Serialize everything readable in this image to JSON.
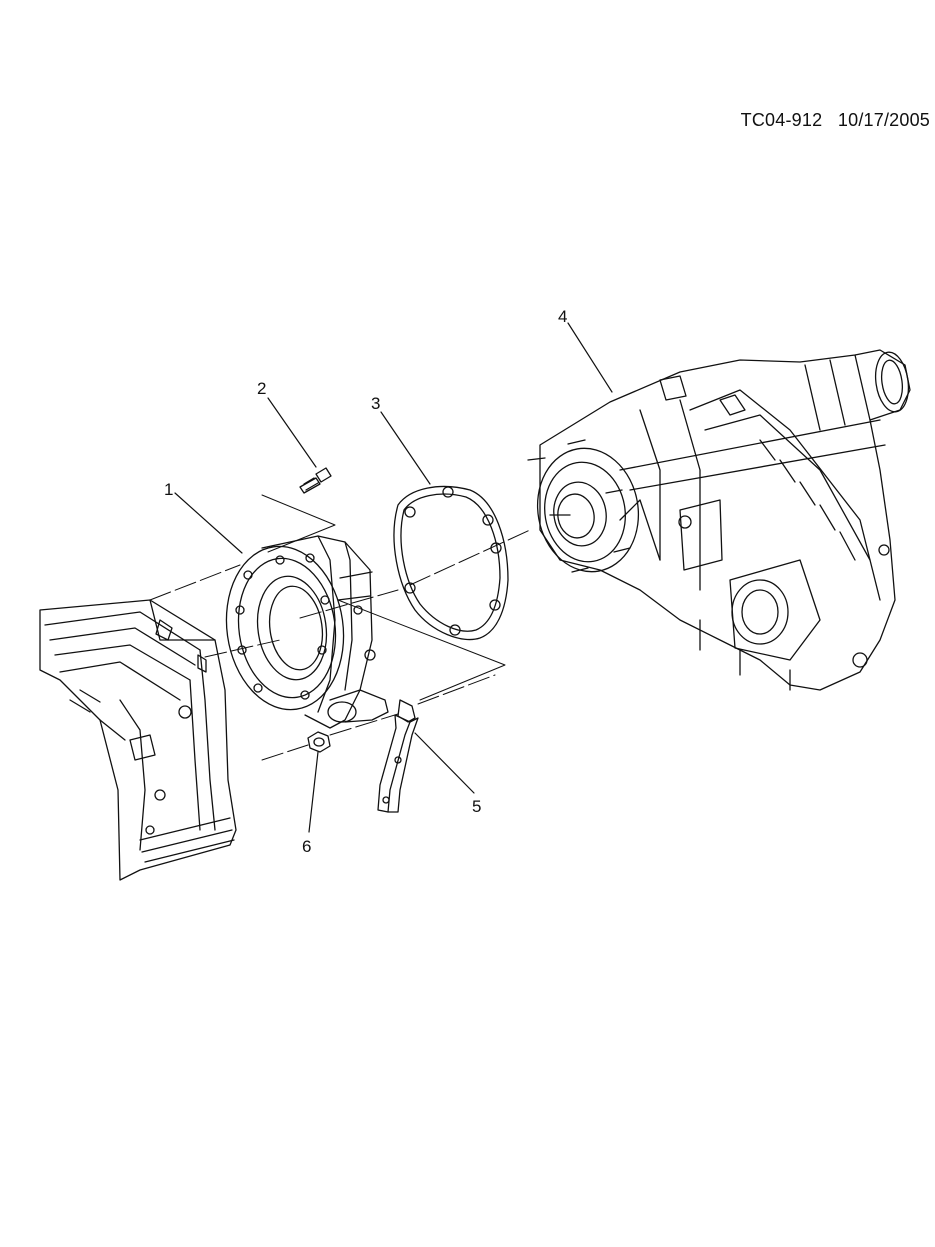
{
  "header": {
    "code": "TC04-912",
    "date": "10/17/2005"
  },
  "callouts": [
    {
      "number": "1",
      "part": "adapter-housing"
    },
    {
      "number": "2",
      "part": "bolt"
    },
    {
      "number": "3",
      "part": "gasket"
    },
    {
      "number": "4",
      "part": "transfer-case"
    },
    {
      "number": "5",
      "part": "bracket"
    },
    {
      "number": "6",
      "part": "nut"
    }
  ],
  "colors": {
    "ink": "#111111",
    "paper": "#ffffff"
  }
}
